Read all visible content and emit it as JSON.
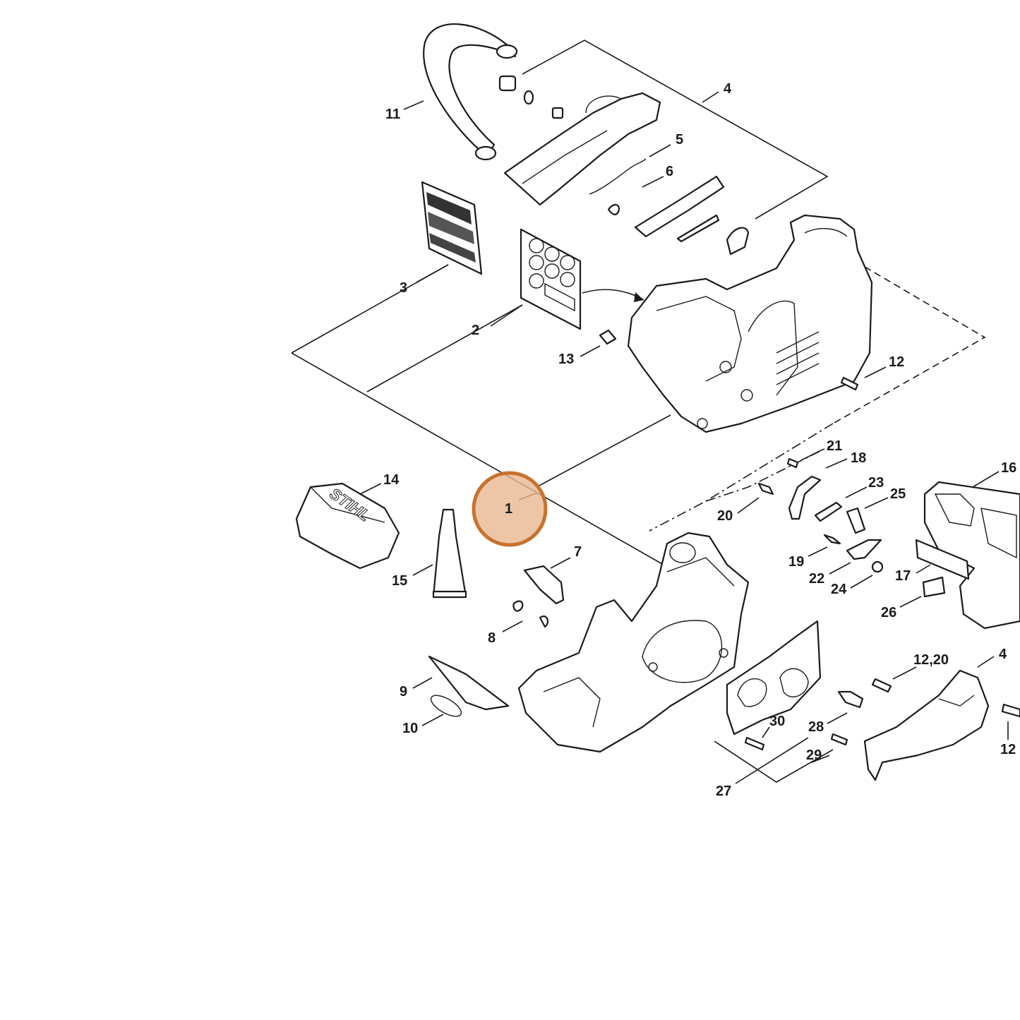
{
  "diagram": {
    "logo_text": "STIHL",
    "callouts": [
      {
        "id": "c1",
        "label": "1"
      },
      {
        "id": "c2",
        "label": "2"
      },
      {
        "id": "c3",
        "label": "3"
      },
      {
        "id": "c4",
        "label": "4"
      },
      {
        "id": "c5",
        "label": "5"
      },
      {
        "id": "c6",
        "label": "6"
      },
      {
        "id": "c7",
        "label": "7"
      },
      {
        "id": "c8",
        "label": "8"
      },
      {
        "id": "c9",
        "label": "9"
      },
      {
        "id": "c10",
        "label": "10"
      },
      {
        "id": "c11",
        "label": "11"
      },
      {
        "id": "c12",
        "label": "12"
      },
      {
        "id": "c13",
        "label": "13"
      },
      {
        "id": "c14",
        "label": "14"
      },
      {
        "id": "c15",
        "label": "15"
      },
      {
        "id": "c16",
        "label": "16"
      },
      {
        "id": "c17",
        "label": "17"
      },
      {
        "id": "c18",
        "label": "18"
      },
      {
        "id": "c19",
        "label": "19"
      },
      {
        "id": "c20",
        "label": "20"
      },
      {
        "id": "c21",
        "label": "21"
      },
      {
        "id": "c22",
        "label": "22"
      },
      {
        "id": "c23",
        "label": "23"
      },
      {
        "id": "c24",
        "label": "24"
      },
      {
        "id": "c25",
        "label": "25"
      },
      {
        "id": "c26",
        "label": "26"
      },
      {
        "id": "c27",
        "label": "27"
      },
      {
        "id": "c28",
        "label": "28"
      },
      {
        "id": "c29",
        "label": "29"
      },
      {
        "id": "c30",
        "label": "30"
      },
      {
        "id": "c12b",
        "label": "12,20"
      },
      {
        "id": "c4b",
        "label": "4"
      },
      {
        "id": "c12c",
        "label": "12"
      }
    ],
    "highlight": {
      "callout": "1",
      "color": "#c8722e",
      "fill": "#e8b891"
    }
  }
}
